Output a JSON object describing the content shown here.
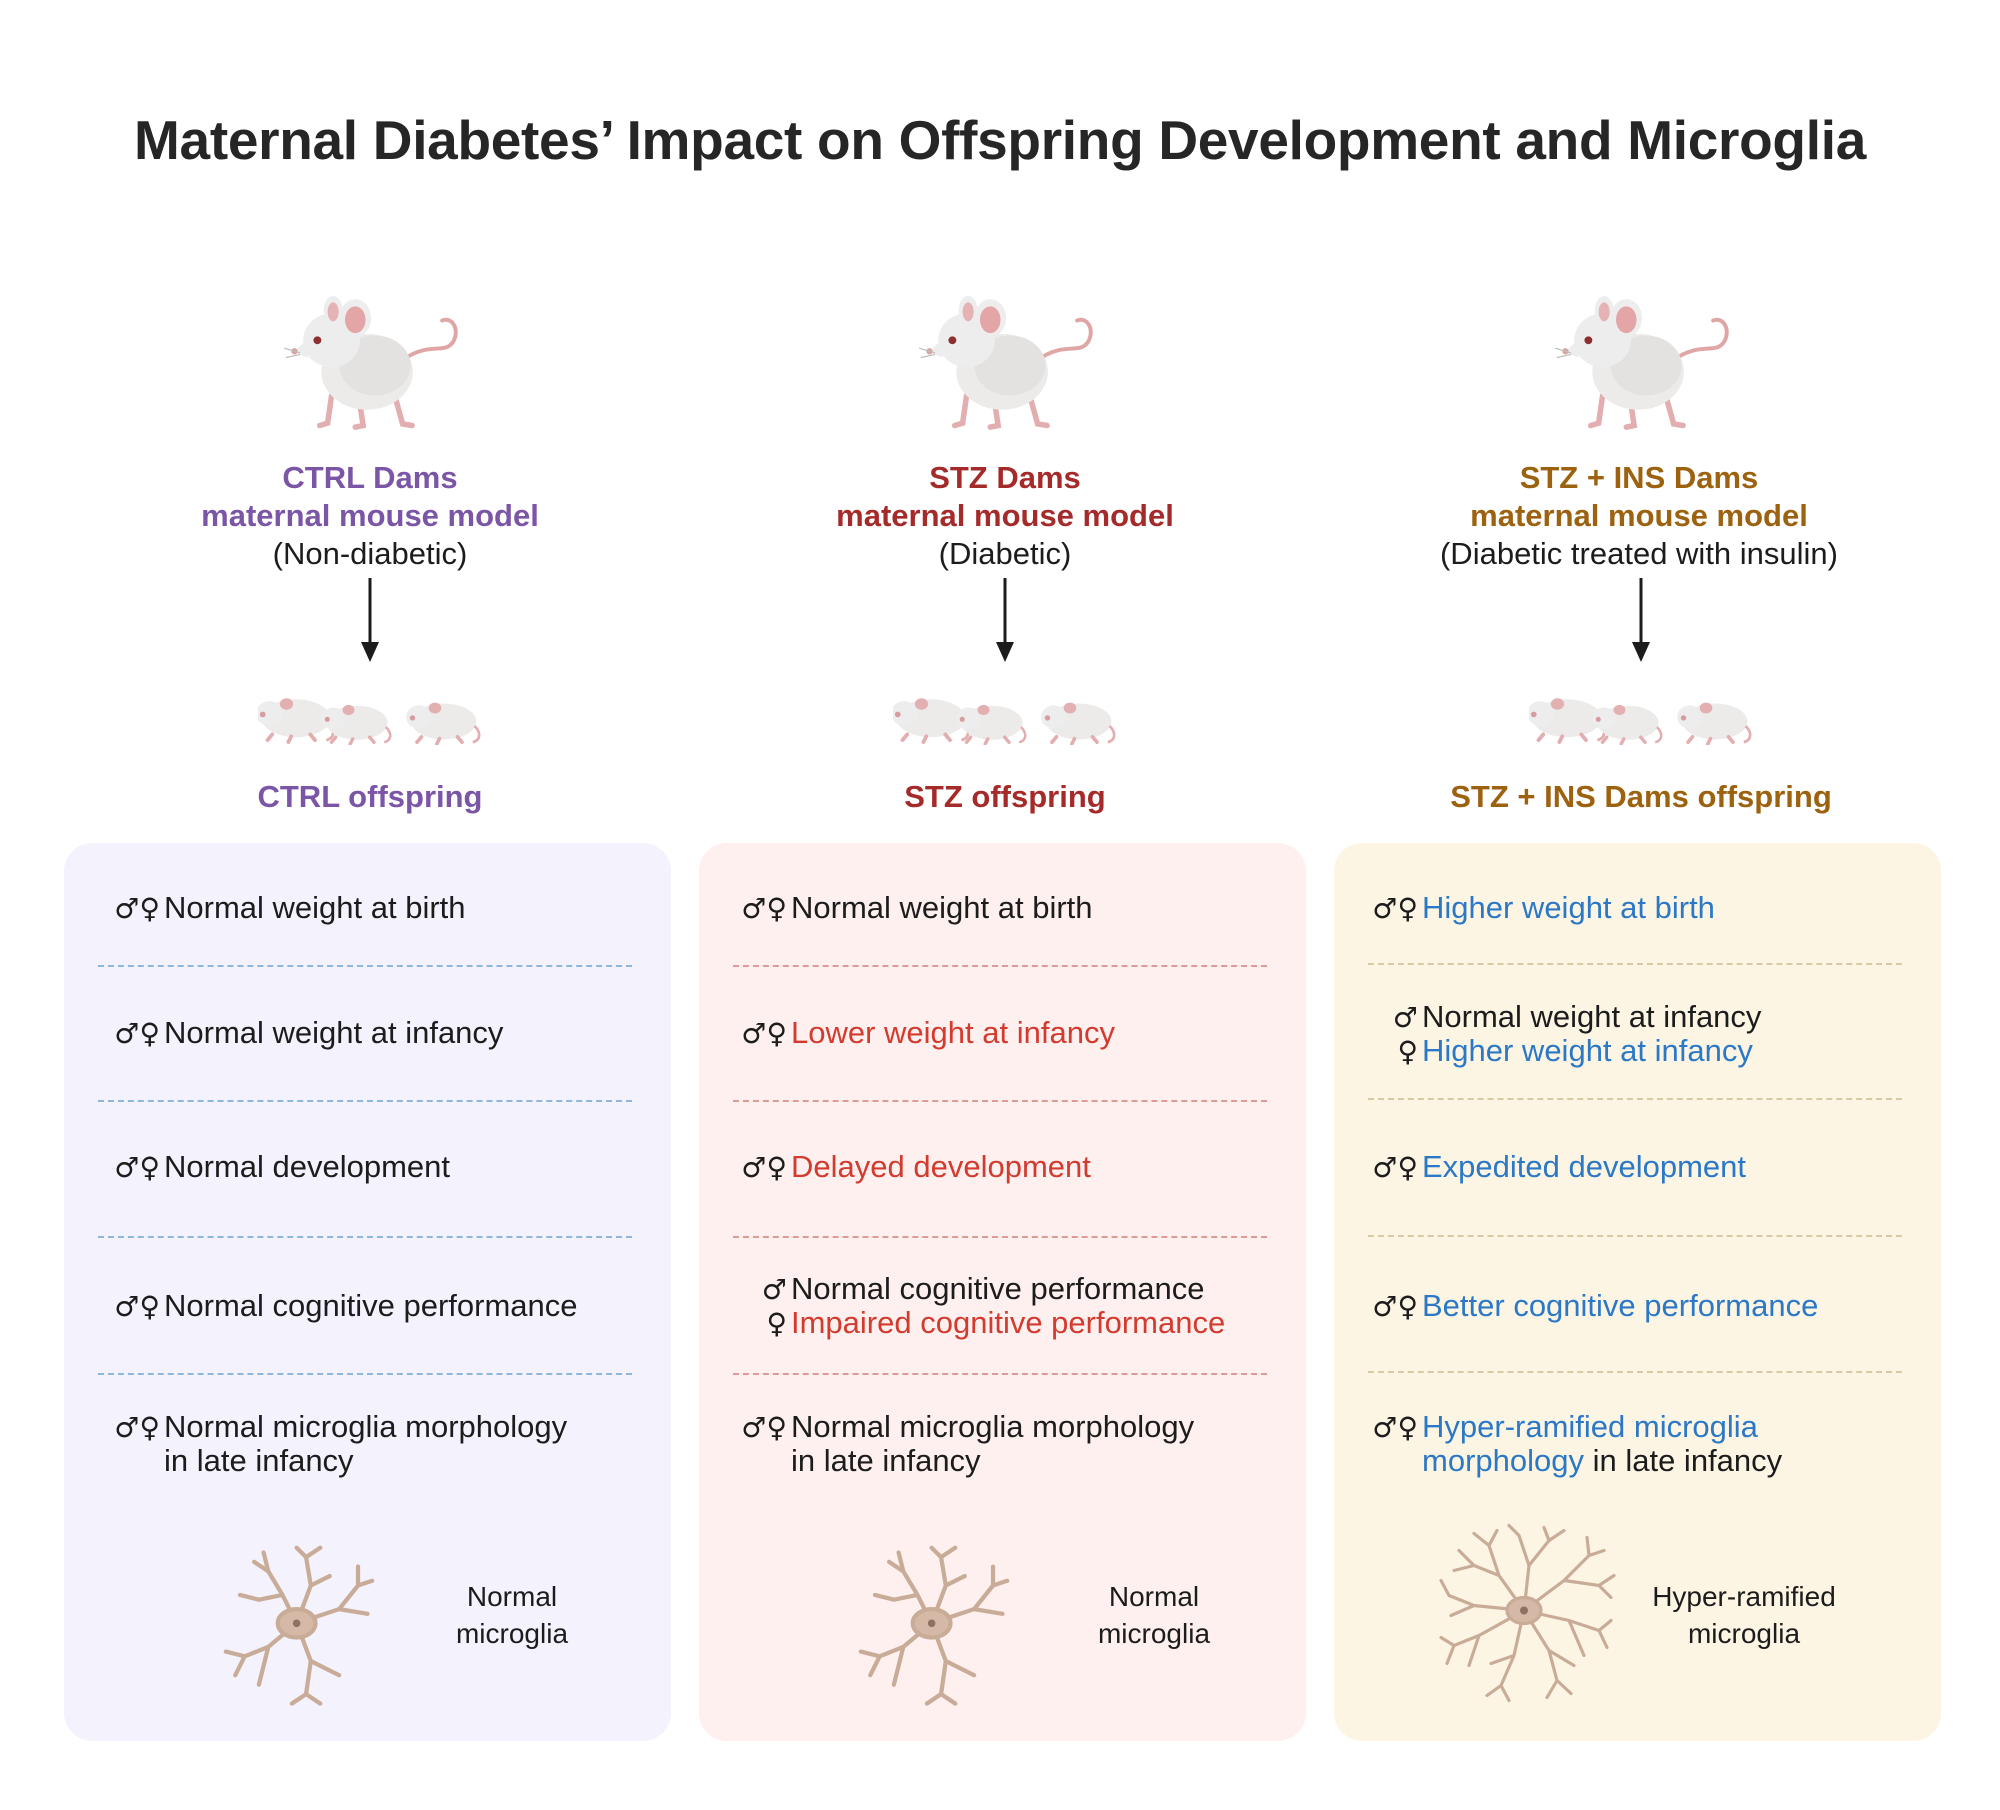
{
  "title": "Maternal Diabetes’ Impact on Offspring Development and Microglia",
  "colors": {
    "ctrl": "#7b55a6",
    "stz": "#a52a2a",
    "ins": "#9c6210",
    "red_text": "#d23b2e",
    "blue_text": "#2b78c6",
    "ctrl_panel": "#f3f2fd",
    "stz_panel": "#fdf0ef",
    "ins_panel": "#fdf5e4"
  },
  "icons": [
    "adult-mouse-icon",
    "pups-icon",
    "down-arrow-icon",
    "microglia-icon",
    "male-female-symbol"
  ],
  "symbols": {
    "both": "♂♀",
    "male": "♂",
    "female": "♀"
  },
  "ctrl": {
    "dam_title": "CTRL Dams",
    "dam_model": "maternal mouse model",
    "dam_note": "(Non-diabetic)",
    "offspring_label": "CTRL offspring",
    "row1": "Normal weight at birth",
    "row2": "Normal weight at infancy",
    "row3": "Normal development",
    "row4": "Normal cognitive performance",
    "row5_line1": "Normal microglia morphology",
    "row5_line2": "in late infancy",
    "microglia_line1": "Normal",
    "microglia_line2": "microglia"
  },
  "stz": {
    "dam_title": "STZ Dams",
    "dam_model": "maternal mouse model",
    "dam_note": "(Diabetic)",
    "offspring_label": "STZ offspring",
    "row1": "Normal weight at birth",
    "row2": "Lower weight at infancy",
    "row3": "Delayed development",
    "row4_male": "Normal cognitive performance",
    "row4_female": "Impaired cognitive performance",
    "row5_line1": "Normal microglia morphology",
    "row5_line2": "in late infancy",
    "microglia_line1": "Normal",
    "microglia_line2": "microglia"
  },
  "ins": {
    "dam_title": "STZ + INS Dams",
    "dam_model": "maternal mouse model",
    "dam_note": "(Diabetic treated with insulin)",
    "offspring_label": "STZ + INS Dams offspring",
    "row1": "Higher weight at birth",
    "row2_male": "Normal weight at infancy",
    "row2_female": "Higher weight at infancy",
    "row3": "Expedited development",
    "row4": "Better cognitive performance",
    "row5_line1": "Hyper-ramified microglia",
    "row5_line2_blue": "morphology",
    "row5_line2_rest": " in late infancy",
    "microglia_line1": "Hyper-ramified",
    "microglia_line2": "microglia"
  }
}
